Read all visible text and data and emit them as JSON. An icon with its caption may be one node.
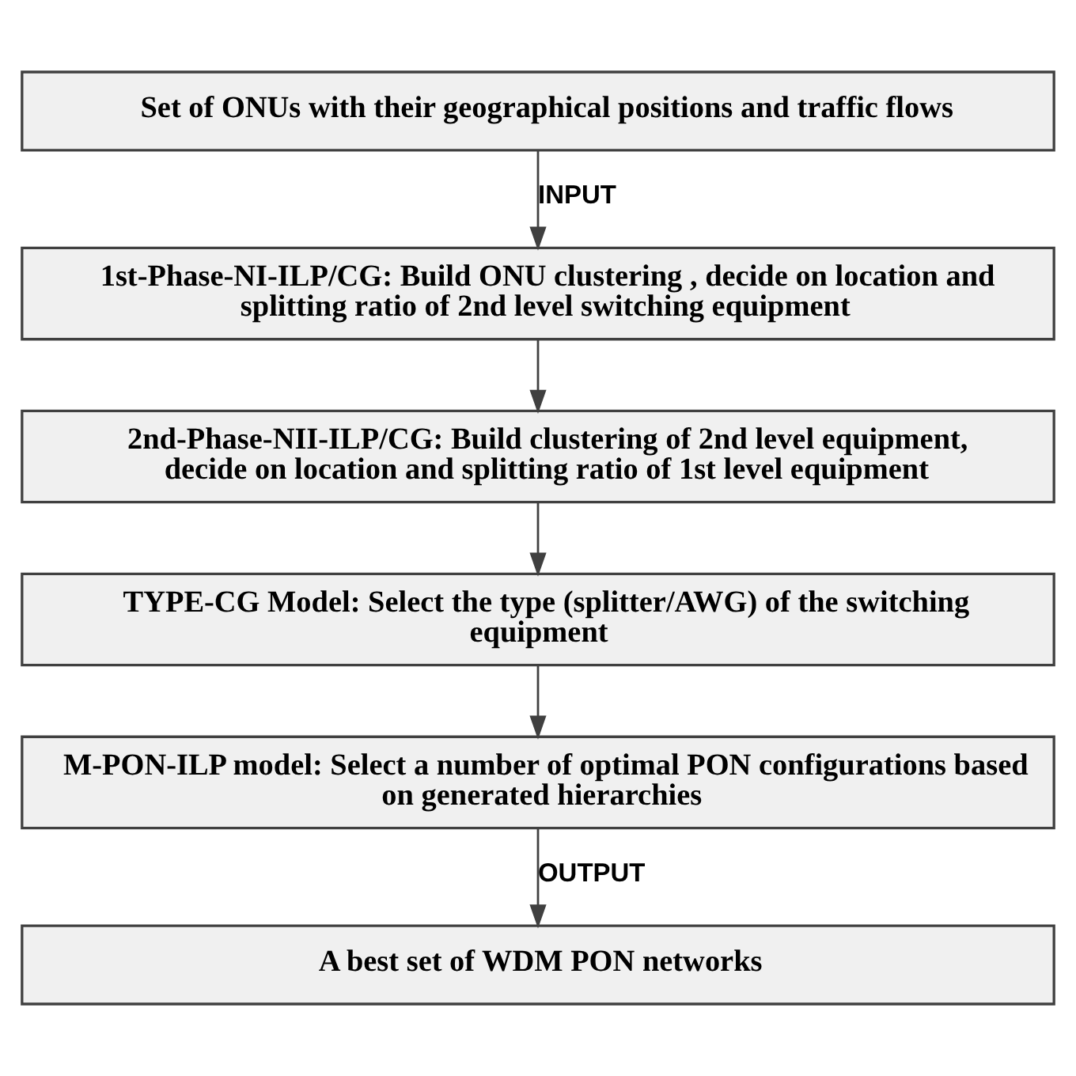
{
  "diagram": {
    "nodes": [
      {
        "text": [
          "Set of ONUs with their geographical positions and traffic flows"
        ]
      },
      {
        "text": [
          "1st-Phase-NI-ILP/CG: Build ONU clustering , decide on location and splitting ratio of 2nd level switching equipment"
        ]
      },
      {
        "text": [
          "2nd-Phase-NII-ILP/CG: Build clustering of 2nd level equipment, decide on location and splitting ratio of 1st level equipment"
        ]
      },
      {
        "text": [
          "TYPE-CG Model: Select the type (splitter/AWG) of the switching equipment"
        ]
      },
      {
        "text": [
          "M-PON-ILP model: Select a number of optimal PON configurations based on generated hierarchies"
        ]
      },
      {
        "text": [
          "A best set of WDM PON networks"
        ]
      }
    ],
    "edges": [
      {
        "from": 0,
        "to": 1,
        "arrow": "to",
        "label": "INPUT"
      },
      {
        "from": 1,
        "to": 2,
        "arrow": "to"
      },
      {
        "from": 2,
        "to": 3,
        "arrow": "to"
      },
      {
        "from": 3,
        "to": 4,
        "arrow": "to"
      },
      {
        "from": 4,
        "to": 5,
        "arrow": "to",
        "label": "OUTPUT"
      }
    ]
  }
}
